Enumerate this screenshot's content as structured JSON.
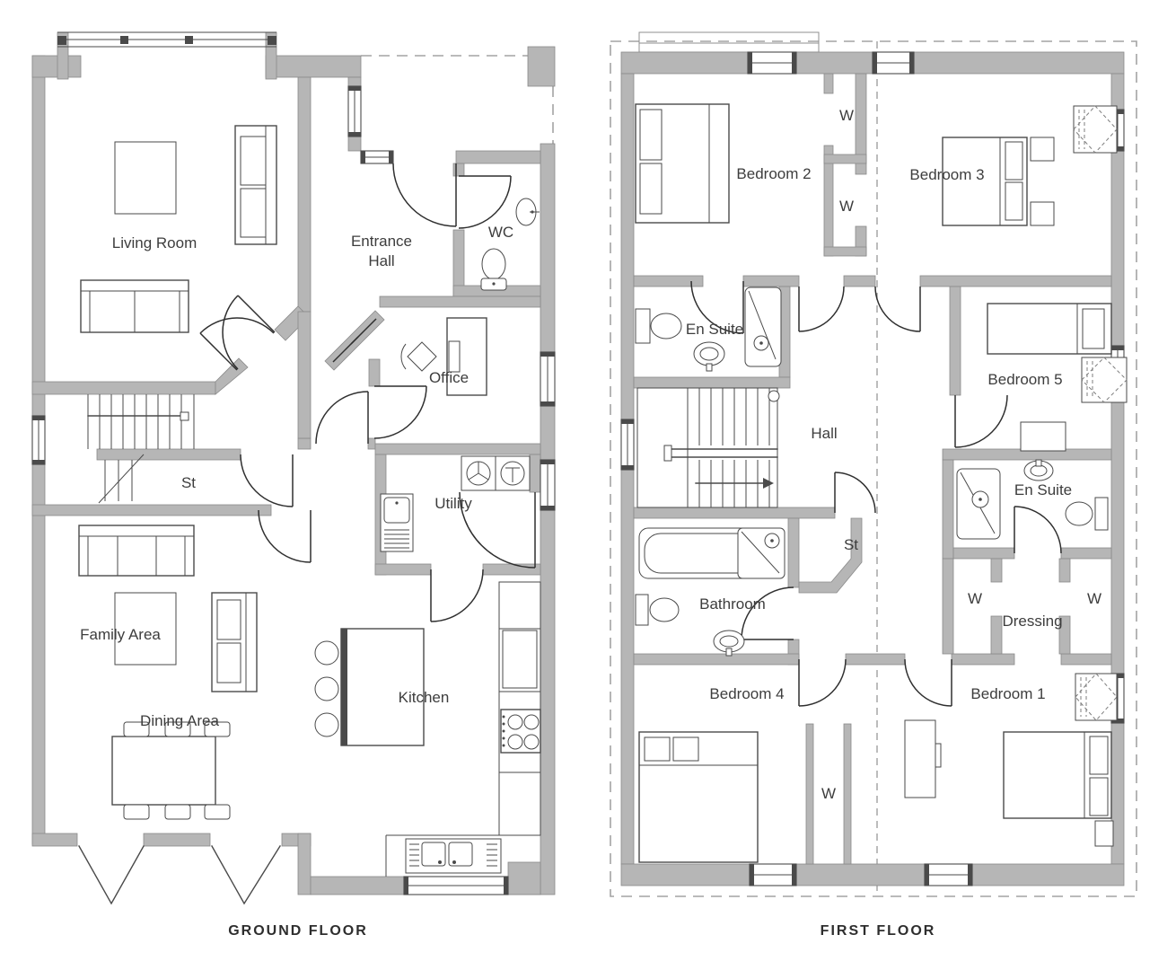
{
  "colors": {
    "wall_fill": "#b6b6b6",
    "wall_stroke": "#8a8a8a",
    "line_work": "#4a4a4a",
    "door_line": "#2f2f2f",
    "label_text": "#3d3d3d",
    "dashed_line": "#a3a3a3",
    "background": "#ffffff"
  },
  "ground_floor": {
    "title": "GROUND FLOOR",
    "rooms": {
      "living_room": "Living Room",
      "entrance_hall": [
        "Entrance",
        "Hall"
      ],
      "wc": "WC",
      "office": "Office",
      "storage": "St",
      "utility": "Utility",
      "family_area": "Family Area",
      "dining_area": "Dining Area",
      "kitchen": "Kitchen"
    }
  },
  "first_floor": {
    "title": "FIRST FLOOR",
    "rooms": {
      "bedroom_2": "Bedroom 2",
      "bedroom_3": "Bedroom 3",
      "bedroom_5": "Bedroom 5",
      "bedroom_4": "Bedroom 4",
      "bedroom_1": "Bedroom 1",
      "en_suite_bedroom2": "En Suite",
      "en_suite_bedroom1": "En Suite",
      "hall": "Hall",
      "storage": "St",
      "bathroom": "Bathroom",
      "dressing": "Dressing",
      "wardrobe": "W"
    }
  }
}
